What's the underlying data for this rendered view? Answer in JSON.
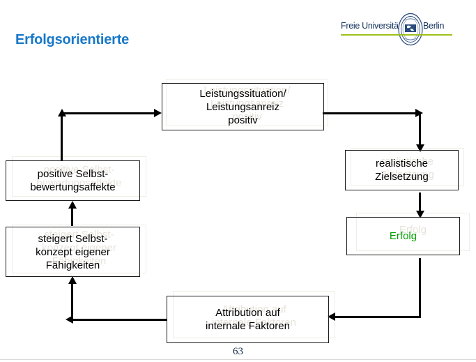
{
  "slide": {
    "title": "Erfolgsorientierte",
    "page_number": "63",
    "accent_color": "#1878c8",
    "success_color": "#00a000",
    "logo_rule_color": "#9ec11a"
  },
  "logo": {
    "word_left": "Freie Universität",
    "word_right": "Berlin",
    "seal_name": "fu-berlin-seal"
  },
  "diagram": {
    "type": "cycle-flowchart",
    "nodes": [
      {
        "id": "leistungssituation",
        "label": "Leistungssituation/\nLeistungsanreiz\npositiv",
        "text_color": "#000000"
      },
      {
        "id": "zielsetzung",
        "label": "realistische\nZielsetzung",
        "text_color": "#000000"
      },
      {
        "id": "erfolg",
        "label": "Erfolg",
        "text_color": "#00a000"
      },
      {
        "id": "attribution",
        "label": "Attribution auf\ninternale Faktoren",
        "text_color": "#000000"
      },
      {
        "id": "selbstkonzept",
        "label": "steigert Selbst-\nkonzept eigener\nFähigkeiten",
        "text_color": "#000000"
      },
      {
        "id": "selbstbewertung",
        "label": "positive Selbst-\nbewertungsaffekte",
        "text_color": "#000000"
      }
    ],
    "edges": [
      {
        "from": "leistungssituation",
        "to": "zielsetzung"
      },
      {
        "from": "zielsetzung",
        "to": "erfolg"
      },
      {
        "from": "erfolg",
        "to": "attribution"
      },
      {
        "from": "attribution",
        "to": "selbstkonzept"
      },
      {
        "from": "selbstkonzept",
        "to": "selbstbewertung"
      },
      {
        "from": "selbstbewertung",
        "to": "leistungssituation"
      }
    ]
  }
}
